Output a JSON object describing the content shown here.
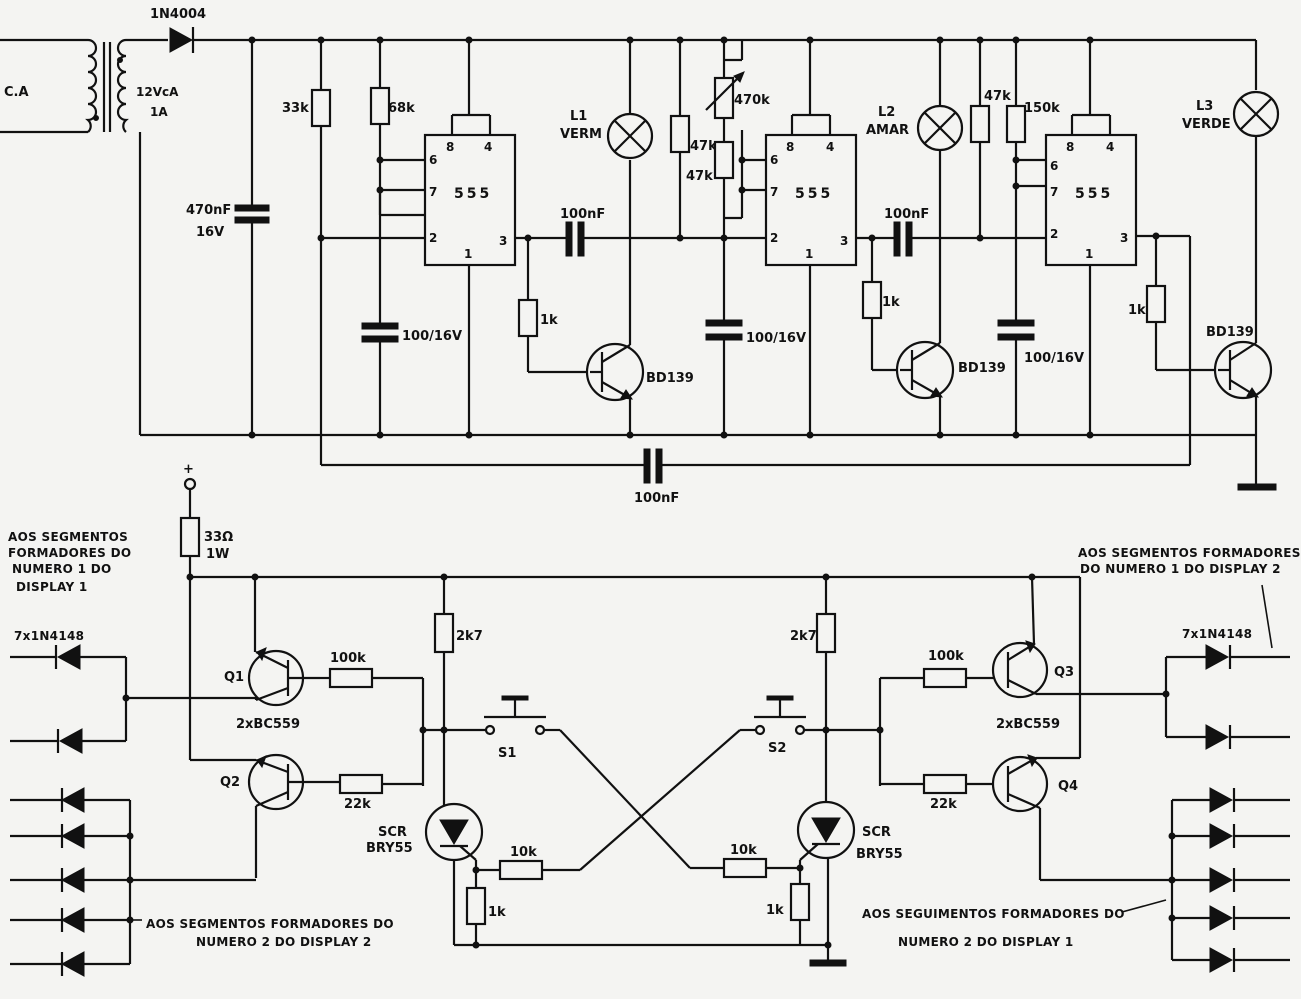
{
  "labels": {
    "ac_in": "C.A",
    "transformer": "12VcA",
    "transformer_current": "1A",
    "diode_rect": "1N4004",
    "c_filter": "470nF",
    "c_filter_v": "16V",
    "r1": "33k",
    "r2": "68k",
    "c_timing1": "100/16V",
    "chip": "555",
    "c_couple1": "100nF",
    "r_base1": "1k",
    "trans": "BD139",
    "lamp1": "L1",
    "lamp1_color": "VERM",
    "r3": "47k",
    "pot": "470k",
    "r4": "47k",
    "c_timing2": "100/16V",
    "c_couple2": "100nF",
    "r_base2": "1k",
    "lamp2": "L2",
    "lamp2_color": "AMAR",
    "r5": "47k",
    "r6": "150k",
    "c_timing3": "100/16V",
    "r_base3": "1k",
    "lamp3": "L3",
    "lamp3_color": "VERDE",
    "c_feedback": "100nF",
    "plus": "+",
    "r_supply": "33Ω",
    "r_supply_w": "1W",
    "note_left_top_1": "AOS SEGMENTOS",
    "note_left_top_2": "FORMADORES DO",
    "note_left_top_3": "NUMERO 1 DO",
    "note_left_top_4": "DISPLAY 1",
    "diodes_left": "7x1N4148",
    "q1": "Q1",
    "q2": "Q2",
    "bc_left": "2xBC559",
    "r100k_left": "100k",
    "r22k_left": "22k",
    "r2k7_left": "2k7",
    "s1": "S1",
    "scr_left_1": "SCR",
    "scr_left_2": "BRY55",
    "r10k_left": "10k",
    "r1k_left": "1k",
    "note_left_bottom_1": "AOS  SEGMENTOS FORMADORES DO",
    "note_left_bottom_2": "NUMERO 2 DO DISPLAY 2",
    "r2k7_right": "2k7",
    "s2": "S2",
    "scr_right_1": "SCR",
    "scr_right_2": "BRY55",
    "r10k_right": "10k",
    "r1k_right": "1k",
    "note_right_top_1": "AOS SEGMENTOS FORMADORES",
    "note_right_top_2": "DO NUMERO 1 DO DISPLAY 2",
    "diodes_right": "7x1N4148",
    "q3": "Q3",
    "q4": "Q4",
    "bc_right": "2xBC559",
    "r100k_right": "100k",
    "r22k_right": "22k",
    "note_right_bottom_1": "AOS SEGUIMENTOS FORMADORES DO",
    "note_right_bottom_2": "NUMERO 2 DO DISPLAY 1"
  }
}
